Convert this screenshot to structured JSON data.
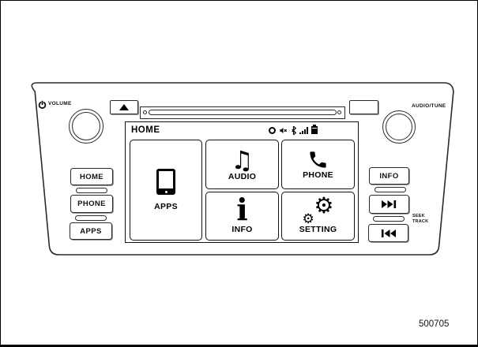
{
  "figure_number": "500705",
  "faceplate": {
    "volume_knob_label": "VOLUME",
    "audio_tune_knob_label": "AUDIO/TUNE",
    "left_buttons": [
      {
        "label": "HOME"
      },
      {
        "label": "PHONE"
      },
      {
        "label": "APPS"
      }
    ],
    "info_button_label": "INFO",
    "seek_track_label": {
      "line1": "SEEK",
      "line2": "TRACK"
    },
    "hardware_icons": [
      "power-icon",
      "eject-icon",
      "seek-forward-icon",
      "seek-back-icon"
    ]
  },
  "screen": {
    "title": "HOME",
    "status_icons": [
      "clock-icon",
      "mute-icon",
      "bluetooth-icon",
      "signal-strength-icon",
      "battery-icon"
    ],
    "tiles": [
      {
        "label": "APPS",
        "icon": "smartphone-icon"
      },
      {
        "label": "AUDIO",
        "icon": "music-note-icon"
      },
      {
        "label": "PHONE",
        "icon": "phone-handset-icon"
      },
      {
        "label": "INFO",
        "icon": "info-icon"
      },
      {
        "label": "SETTING",
        "icon": "gears-icon"
      }
    ],
    "glyphs": {
      "music_note": "♫",
      "info_i": "i",
      "gear": "⚙"
    }
  },
  "colors": {
    "line": "#2a2a2a",
    "icon": "#000000",
    "background": "#ffffff"
  }
}
